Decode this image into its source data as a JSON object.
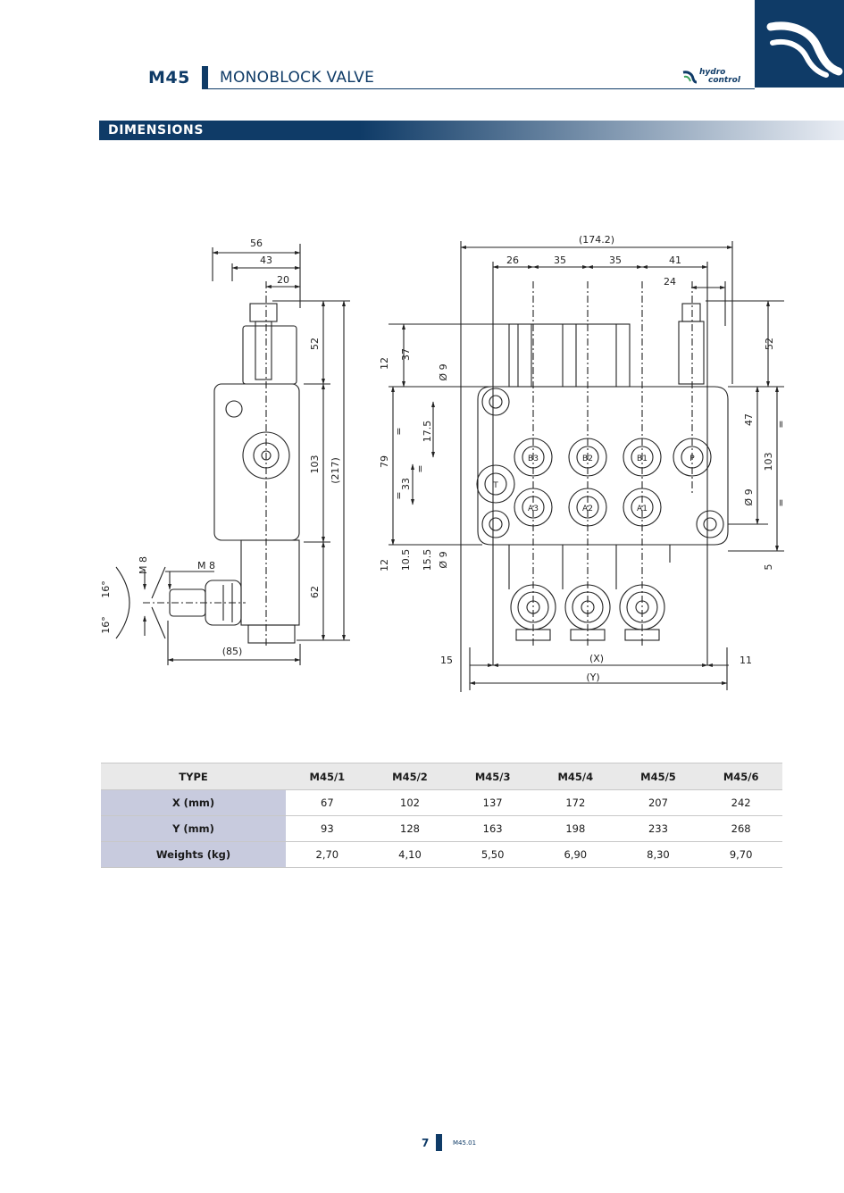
{
  "header": {
    "model": "M45",
    "title": "MONOBLOCK VALVE",
    "brand_line1": "hydro",
    "brand_line2": "control"
  },
  "section": {
    "title": "DIMENSIONS"
  },
  "drawing": {
    "left_dims": [
      "56",
      "43",
      "20",
      "52",
      "103",
      "(217)",
      "62",
      "(85)",
      "M 8",
      "M 8",
      "16°",
      "16°"
    ],
    "front_top_dims": [
      "(174.2)",
      "26",
      "35",
      "35",
      "41",
      "24"
    ],
    "front_left_dims": [
      "12",
      "37",
      "Ø 9",
      "17.5",
      "=",
      "79",
      "33",
      "=",
      "=",
      "12",
      "10.5",
      "15.5",
      "Ø 9"
    ],
    "front_right_dims": [
      "52",
      "47",
      "=",
      "103",
      "Ø 9",
      "=",
      "5"
    ],
    "front_bottom_dims": [
      "15",
      "(X)",
      "11",
      "(Y)"
    ],
    "port_labels": [
      "B3",
      "B2",
      "B1",
      "P",
      "T",
      "A3",
      "A2",
      "A1"
    ]
  },
  "table": {
    "headers": [
      "TYPE",
      "M45/1",
      "M45/2",
      "M45/3",
      "M45/4",
      "M45/5",
      "M45/6"
    ],
    "rows": [
      {
        "label": "X (mm)",
        "values": [
          "67",
          "102",
          "137",
          "172",
          "207",
          "242"
        ]
      },
      {
        "label": "Y (mm)",
        "values": [
          "93",
          "128",
          "163",
          "198",
          "233",
          "268"
        ]
      },
      {
        "label": "Weights (kg)",
        "values": [
          "2,70",
          "4,10",
          "5,50",
          "6,90",
          "8,30",
          "9,70"
        ]
      }
    ]
  },
  "footer": {
    "page": "7",
    "code": "M45.01"
  }
}
